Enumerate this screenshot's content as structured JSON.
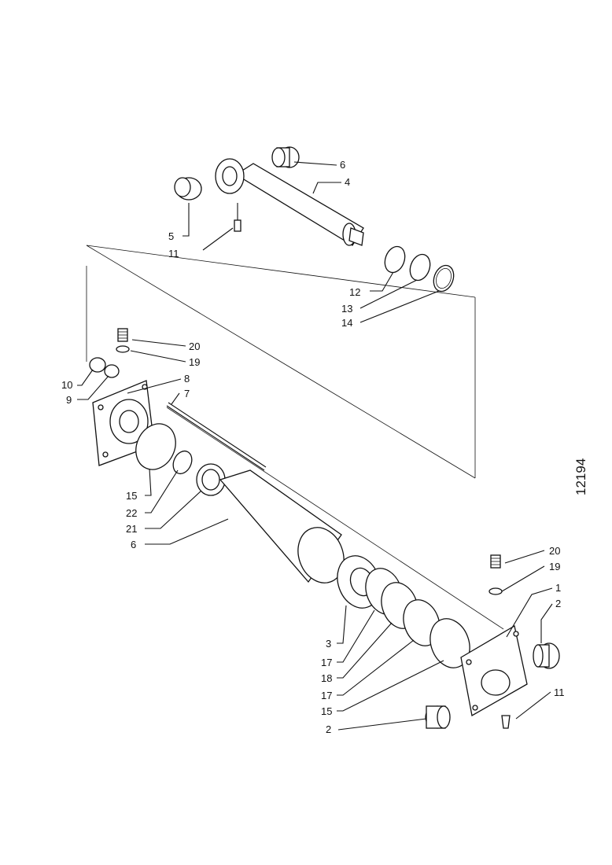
{
  "drawing_number": "12194",
  "callouts": {
    "c_6_top": "6",
    "c_4": "4",
    "c_5": "5",
    "c_11_top": "11",
    "c_12": "12",
    "c_13": "13",
    "c_14": "14",
    "c_20_left": "20",
    "c_19_left": "19",
    "c_10": "10",
    "c_9": "9",
    "c_8": "8",
    "c_7": "7",
    "c_15_left": "15",
    "c_22": "22",
    "c_21": "21",
    "c_6_mid": "6",
    "c_20_right": "20",
    "c_19_right": "19",
    "c_1": "1",
    "c_2_right": "2",
    "c_3": "3",
    "c_17_a": "17",
    "c_18": "18",
    "c_17_b": "17",
    "c_15_right": "15",
    "c_11_right": "11",
    "c_2_bottom": "2"
  }
}
